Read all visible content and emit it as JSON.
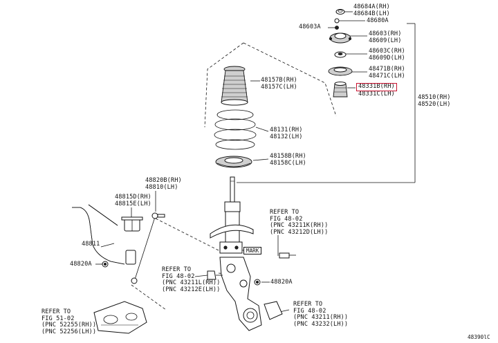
{
  "labels": {
    "l48684": [
      "48684A(RH)",
      "48684B(LH)"
    ],
    "l48680": [
      "48680A"
    ],
    "l48603a": [
      "48603A"
    ],
    "l48603": [
      "48603(RH)",
      "48609(LH)"
    ],
    "l48603c": [
      "48603C(RH)",
      "48609D(LH)"
    ],
    "l48471": [
      "48471B(RH)",
      "48471C(LH)"
    ],
    "l48331": [
      "48331B(RH)",
      "48331C(LH)"
    ],
    "l48510": [
      "48510(RH)",
      "48520(LH)"
    ],
    "l48157": [
      "48157B(RH)",
      "48157C(LH)"
    ],
    "l48131": [
      "48131(RH)",
      "48132(LH)"
    ],
    "l48158": [
      "48158B(RH)",
      "48158C(LH)"
    ],
    "l48820b": [
      "48820B(RH)",
      "48810(LH)"
    ],
    "l48815": [
      "48815D(RH)",
      "48815E(LH)"
    ],
    "l48811": [
      "48811"
    ],
    "l48820a_left": [
      "48820A"
    ],
    "l48820a_right": [
      "48820A"
    ],
    "l_ref_top": [
      "REFER TO",
      "FIG 48-02",
      "(PNC 43211K(RH))",
      "(PNC 43212D(LH))"
    ],
    "l_ref_mid": [
      "REFER TO",
      "FIG 48-02",
      "(PNC 43211L(RH))",
      "(PNC 43212E(LH))"
    ],
    "l_ref_bot_right": [
      "REFER TO",
      "FIG 48-02",
      "(PNC 43211(RH))",
      "(PNC 43232(LH))"
    ],
    "l_ref_bot_left": [
      "REFER TO",
      "FIG 51-02",
      "(PNC 52255(RH))",
      "(PNC 52256(LH))"
    ],
    "l_mark": [
      "MARK"
    ],
    "l_code": [
      "48390lC"
    ]
  },
  "highlight": {
    "part": "48331B(RH)",
    "color": "#c8102e"
  }
}
